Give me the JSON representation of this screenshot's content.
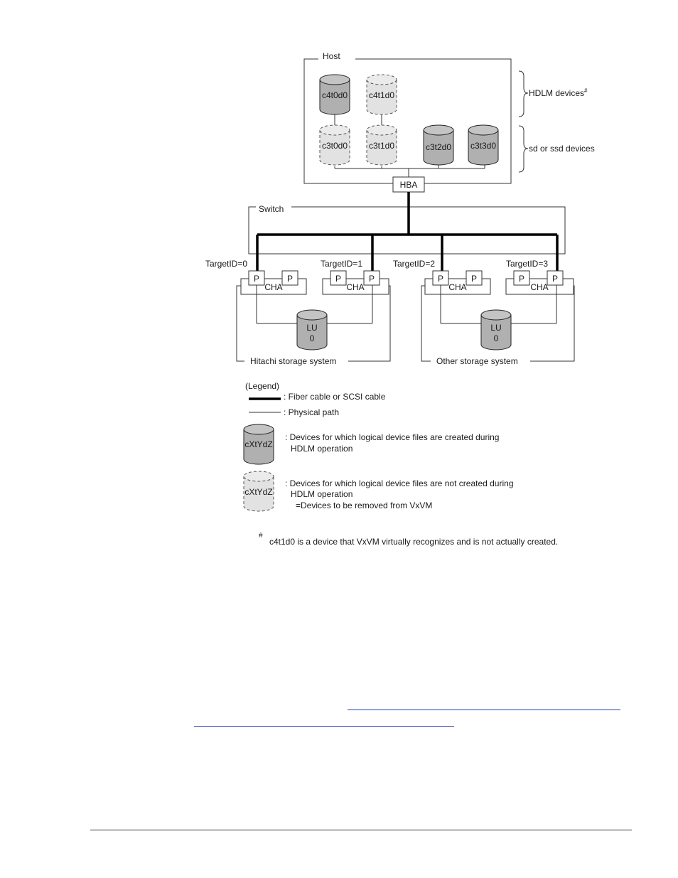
{
  "host": {
    "label": "Host"
  },
  "hdlm_devices": {
    "label": "HDLM devices",
    "mark": "#"
  },
  "sd_devices": {
    "label": "sd or ssd devices"
  },
  "devices": {
    "c4t0d0": "c4t0d0",
    "c4t1d0": "c4t1d0",
    "c3t0d0": "c3t0d0",
    "c3t1d0": "c3t1d0",
    "c3t2d0": "c3t2d0",
    "c3t3d0": "c3t3d0"
  },
  "hba": "HBA",
  "switch": {
    "label": "Switch"
  },
  "targets": [
    "TargetID=0",
    "TargetID=1",
    "TargetID=2",
    "TargetID=3"
  ],
  "port_label": "P",
  "cha_label": "CHA",
  "lu": {
    "line1": "LU",
    "line2": "0"
  },
  "storage": {
    "hitachi": "Hitachi storage system",
    "other": "Other storage system"
  },
  "legend": {
    "title": "(Legend)",
    "fiber": ": Fiber cable or SCSI cable",
    "physical": ": Physical path",
    "sample_device": "cXtYdZ",
    "created_line1": ": Devices for which logical device files are created during",
    "created_line2": "HDLM operation",
    "notcreated_line1": ": Devices for which logical device files are not created during",
    "notcreated_line2": "HDLM operation",
    "notcreated_line3": "=Devices to be removed from VxVM"
  },
  "footnote": {
    "mark": "#",
    "text": "c4t1d0 is a device that VxVM virtually recognizes and is not actually created."
  },
  "colors": {
    "solid_device": "#b0b0b0",
    "dashed_device": "#e0e0e0",
    "link": "#2a3fb0"
  }
}
